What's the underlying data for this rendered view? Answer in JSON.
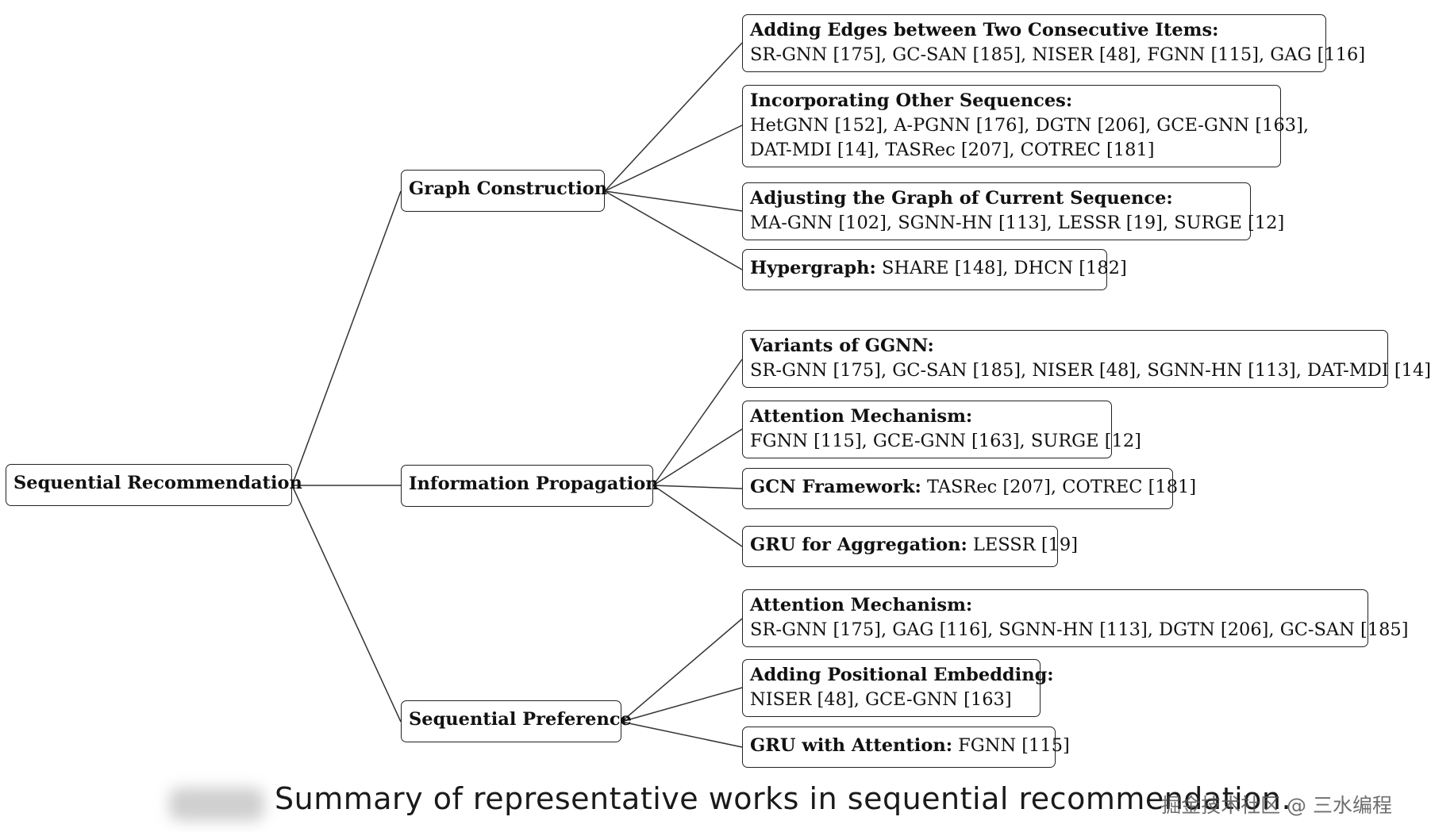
{
  "diagram": {
    "root": "Sequential Recommendation",
    "branches": [
      {
        "label": "Graph Construction",
        "leaves": [
          {
            "title": "Adding Edges between Two Consecutive Items:",
            "refs": "SR-GNN [175], GC-SAN [185], NISER [48], FGNN [115], GAG [116]"
          },
          {
            "title": "Incorporating Other Sequences:",
            "refs": "HetGNN [152], A-PGNN [176], DGTN [206], GCE-GNN [163],",
            "refs2": "DAT-MDI [14], TASRec [207], COTREC [181]"
          },
          {
            "title": "Adjusting the Graph of Current Sequence:",
            "refs": "MA-GNN [102], SGNN-HN [113], LESSR [19], SURGE [12]"
          },
          {
            "title": "Hypergraph:",
            "refs": "SHARE [148], DHCN [182]"
          }
        ]
      },
      {
        "label": "Information Propagation",
        "leaves": [
          {
            "title": "Variants of GGNN:",
            "refs": "SR-GNN [175], GC-SAN [185], NISER [48], SGNN-HN [113], DAT-MDI [14]"
          },
          {
            "title": "Attention Mechanism:",
            "refs": "FGNN [115], GCE-GNN [163], SURGE [12]"
          },
          {
            "title": "GCN Framework:",
            "refs": "TASRec [207], COTREC [181]"
          },
          {
            "title": "GRU for Aggregation:",
            "refs": "LESSR [19]"
          }
        ]
      },
      {
        "label": "Sequential Preference",
        "leaves": [
          {
            "title": "Attention Mechanism:",
            "refs": "SR-GNN [175], GAG [116], SGNN-HN [113], DGTN [206], GC-SAN [185]"
          },
          {
            "title": "Adding Positional Embedding:",
            "refs": "NISER [48], GCE-GNN [163]"
          },
          {
            "title": "GRU with Attention:",
            "refs": "FGNN [115]"
          }
        ]
      }
    ]
  },
  "caption": "Summary of representative works in sequential recommendation.",
  "watermark": "掘金技术社区 @ 三水编程"
}
